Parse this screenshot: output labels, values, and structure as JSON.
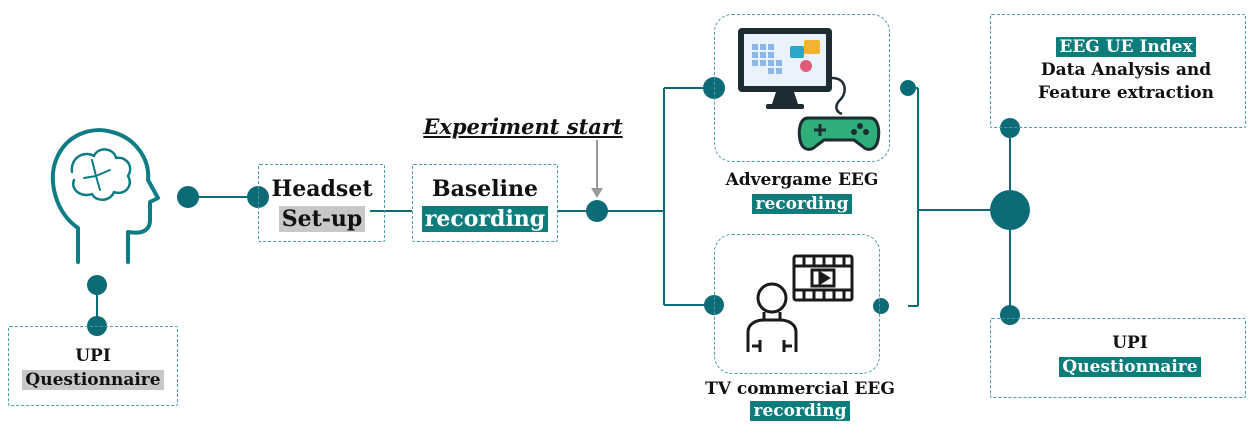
{
  "questionnaire_left": {
    "line1": "UPI",
    "line2": "Questionnaire"
  },
  "headset": {
    "line1": "Headset",
    "line2": "Set-up"
  },
  "baseline": {
    "line1": "Baseline",
    "line2": "recording"
  },
  "experiment_start": "Experiment start",
  "advergame": {
    "line1": "Advergame EEG",
    "line2": "recording"
  },
  "tv": {
    "line1": "TV commercial EEG",
    "line2": "recording"
  },
  "analysis": {
    "line1": "EEG UE Index",
    "line2": "Data Analysis and",
    "line3": "Feature extraction"
  },
  "questionnaire_right": {
    "line1": "UPI",
    "line2": "Questionnaire"
  },
  "icons": [
    "brain-head-icon",
    "computer-game-icon",
    "gamepad-icon",
    "person-video-icon"
  ],
  "colors": {
    "accent": "#0e7c7b",
    "node": "#0d6b78",
    "dashed": "#4a9aa8",
    "gray_highlight": "#c8c8c8"
  }
}
